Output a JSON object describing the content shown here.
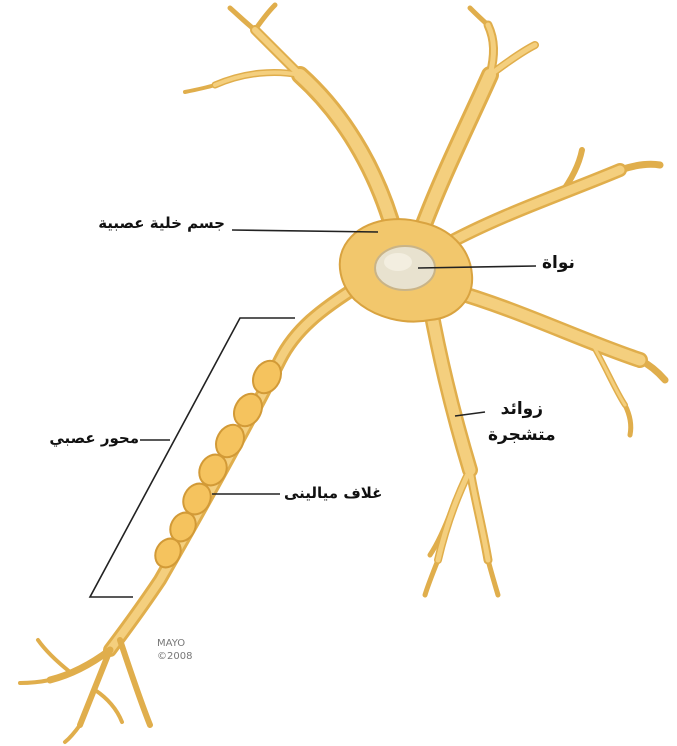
{
  "labels": {
    "cell_body": "جسم خلية عصبية",
    "nucleus": "نواة",
    "dendrites_line1": "زوائد",
    "dendrites_line2": "متشجرة",
    "axon": "محور عصبي",
    "myelin_sheath": "غلاف ميالينى"
  },
  "copyright": {
    "line1": "MAYO",
    "line2": "©2008"
  },
  "colors": {
    "neuron_fill": "#f2c76c",
    "neuron_stroke": "#d9a340",
    "myelin_fill": "#f5c35e",
    "nucleus_fill": "#e8e2cf",
    "leader_line": "#222222"
  }
}
